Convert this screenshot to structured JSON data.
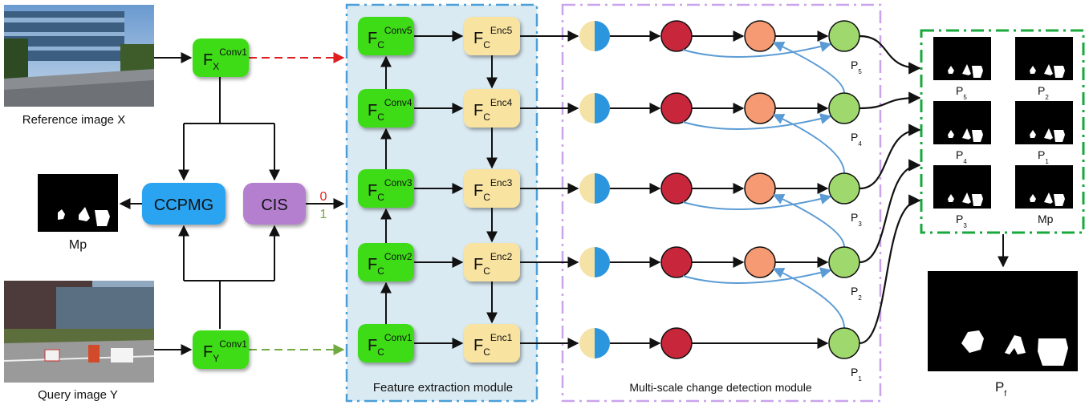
{
  "inputs": {
    "reference_caption": "Reference image X",
    "query_caption": "Query image Y"
  },
  "conv_x": {
    "main": "F",
    "sub": "X",
    "sup": "Conv1"
  },
  "conv_y": {
    "main": "F",
    "sub": "Y",
    "sup": "Conv1"
  },
  "ccpmg": {
    "label": "CCPMG"
  },
  "cis": {
    "label": "CIS",
    "out0": "0",
    "out1": "1"
  },
  "mp": {
    "caption": "Mp"
  },
  "feature_module": {
    "title": "Feature extraction module",
    "conv_blocks": [
      {
        "main": "F",
        "sub": "C",
        "sup": "Conv5"
      },
      {
        "main": "F",
        "sub": "C",
        "sup": "Conv4"
      },
      {
        "main": "F",
        "sub": "C",
        "sup": "Conv3"
      },
      {
        "main": "F",
        "sub": "C",
        "sup": "Conv2"
      },
      {
        "main": "F",
        "sub": "C",
        "sup": "Conv1"
      }
    ],
    "enc_blocks": [
      {
        "main": "F",
        "sub": "C",
        "sup": "Enc5"
      },
      {
        "main": "F",
        "sub": "C",
        "sup": "Enc4"
      },
      {
        "main": "F",
        "sub": "C",
        "sup": "Enc3"
      },
      {
        "main": "F",
        "sub": "C",
        "sup": "Enc2"
      },
      {
        "main": "F",
        "sub": "C",
        "sup": "Enc1"
      }
    ]
  },
  "detection_module": {
    "title": "Multi-scale change detection module",
    "outputs": [
      {
        "main": "P",
        "sub": "5"
      },
      {
        "main": "P",
        "sub": "4"
      },
      {
        "main": "P",
        "sub": "3"
      },
      {
        "main": "P",
        "sub": "2"
      },
      {
        "main": "P",
        "sub": "1"
      }
    ]
  },
  "results": {
    "grid": [
      {
        "main": "P",
        "sub": "5"
      },
      {
        "main": "P",
        "sub": "2"
      },
      {
        "main": "P",
        "sub": "4"
      },
      {
        "main": "P",
        "sub": "1"
      },
      {
        "main": "P",
        "sub": "3"
      },
      {
        "main": "Mp",
        "sub": ""
      }
    ],
    "final": {
      "main": "P",
      "sub": "f"
    }
  },
  "colors": {
    "green_block": "#3ddc12",
    "enc_block": "#f8e3a0",
    "ccpmg": "#2aa3f0",
    "cis": "#b57fd0",
    "feature_bg": "#daeaf2",
    "feature_border": "#4a9fd8",
    "detection_border": "#c9a3ec",
    "results_border": "#18a83c",
    "node_red": "#c8263a",
    "node_orange": "#f59a72",
    "node_green": "#9fd86c",
    "half_left": "#f5e2a6",
    "half_right": "#2b95dd",
    "arrow_x": "#e02020",
    "arrow_y": "#70aa40",
    "skip_arrow": "#5b9bd5"
  }
}
